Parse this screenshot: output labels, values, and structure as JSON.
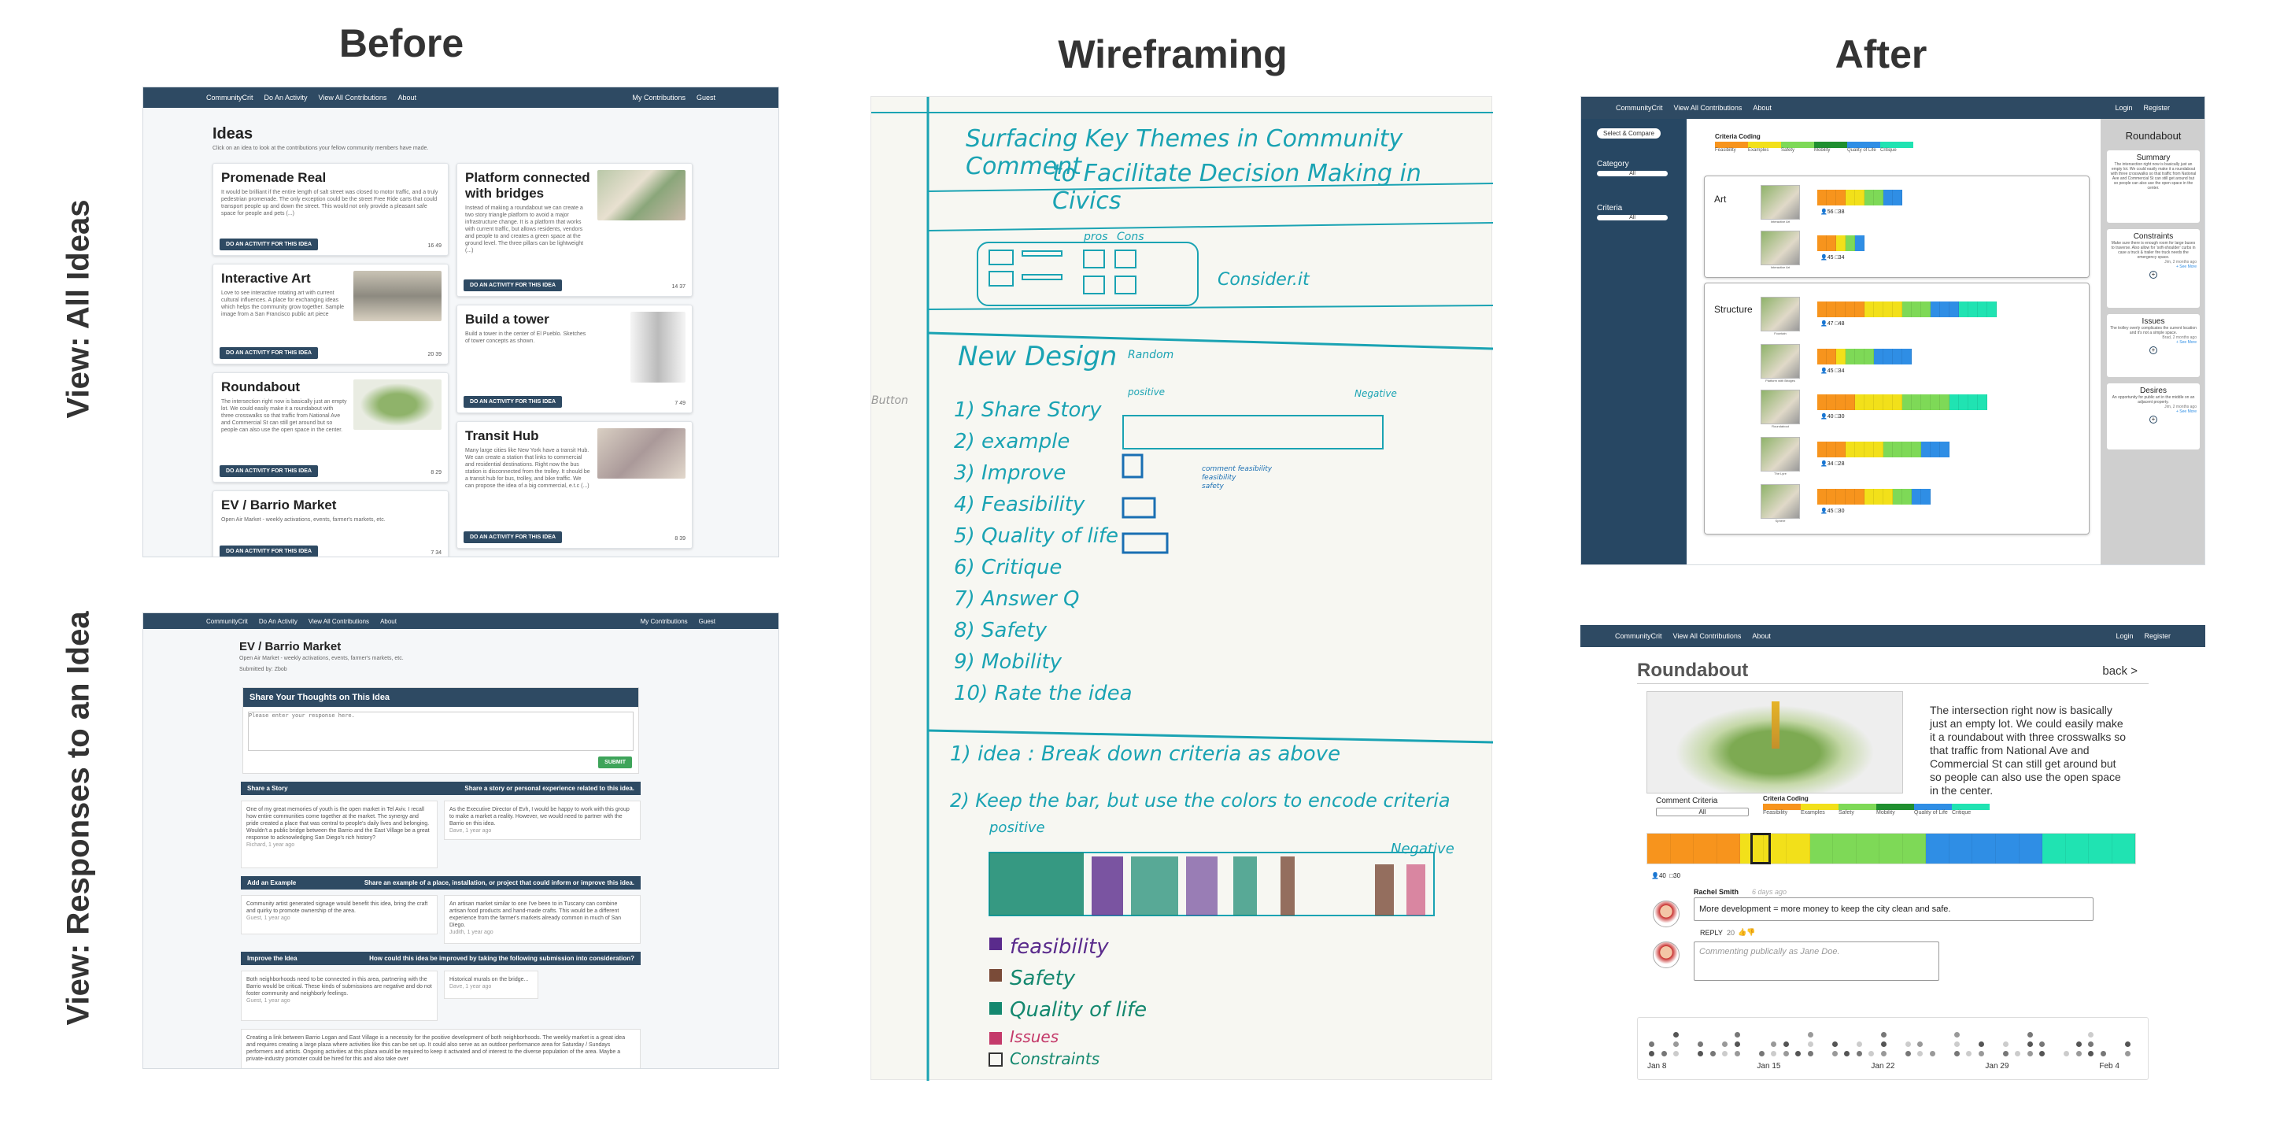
{
  "headings": {
    "before": "Before",
    "wireframing": "Wireframing",
    "after": "After",
    "row1": "View: All Ideas",
    "row2": "View: Responses to an Idea"
  },
  "colors": {
    "navy": "#2e4a63",
    "teal": "#1aa3b3",
    "orange": "#f7941d",
    "yellow": "#f2e01a",
    "green": "#7ed957",
    "blue": "#2f8ee5",
    "aqua": "#20e3b2"
  },
  "before_ideas": {
    "nav": {
      "brand": "CommunityCrit",
      "do": "Do An Activity",
      "view": "View All Contributions",
      "about": "About",
      "mine": "My Contributions",
      "guest": "Guest"
    },
    "title": "Ideas",
    "subtitle": "Click on an idea to look at the contributions your fellow community members have made.",
    "button": "DO AN ACTIVITY FOR THIS IDEA",
    "cards": [
      {
        "title": "Promenade Real",
        "text": "It would be brilliant if the entire length of salt street was closed to motor traffic, and a truly pedestrian promenade. The only exception could be the street Free Ride carts that could transport people up and down the street. This would not only provide a pleasant safe space for people and pets (...)",
        "meta": "16  49"
      },
      {
        "title": "Interactive Art",
        "text": "Love to see interactive rotating art with current cultural influences. A place for exchanging ideas which helps the community grow together. Sample image from a San Francisco public art piece",
        "meta": "20  39"
      },
      {
        "title": "Roundabout",
        "text": "The intersection right now is basically just an empty lot. We could easily make it a roundabout with three crosswalks so that traffic from National Ave and Commercial St can still get around but so people can also use the open space in the center.",
        "meta": "8  29"
      },
      {
        "title": "EV / Barrio Market",
        "text": "Open Air Market - weekly activations, events, farmer's markets, etc.",
        "meta": "7  34"
      },
      {
        "title": "Platform connected with bridges",
        "text": "Instead of making a roundabout we can create a two story triangle platform to avoid a major infrastructure change. It is a platform that works with current traffic, but allows residents, vendors and people to and creates a green space at the ground level. The three pillars can be lightweight (...)",
        "meta": "14  37"
      },
      {
        "title": "Build a tower",
        "text": "Build a tower in the center of El Pueblo. Sketches of tower concepts as shown.",
        "meta": "7  49"
      },
      {
        "title": "Transit Hub",
        "text": "Many large cities like New York have a transit Hub. We can create a station that links to commercial and residential destinations. Right now the bus station is disconnected from the trolley. It should be a transit hub for bus, trolley, and bike traffic. We can propose the idea of a big commercial, e.t.c (...)",
        "meta": "8  39"
      }
    ]
  },
  "before_responses": {
    "title": "EV / Barrio Market",
    "subtitle": "Open Air Market - weekly activations, events, farmer's markets, etc.",
    "submitted": "Submitted by: Zbob",
    "share_head": "Share Your Thoughts on This Idea",
    "placeholder": "Please enter your response here.",
    "submit": "SUBMIT",
    "sections": [
      {
        "label": "Share a Story",
        "prompt": "Share a story or personal experience related to this idea."
      },
      {
        "label": "Add an Example",
        "prompt": "Share an example of a place, installation, or project that could inform or improve this idea."
      },
      {
        "label": "Improve the Idea",
        "prompt": "How could this idea be improved by taking the following submission into consideration?"
      }
    ],
    "responses": [
      "One of my great memories of youth is the open market in Tel Aviv. I recall how entire communities come together at the market. The synergy and pride created a place that was central to people's daily lives and belonging. Wouldn't a public bridge between the Barrio and the East Village be a great response to acknowledging San Diego's rich history?",
      "As the Executive Director of Evh, I would be happy to work with this group to make a market a reality. However, we would need to partner with the Barrio on this idea.",
      "Community artist generated signage would benefit this idea, bring the craft and quirky to promote ownership of the area.",
      "An artisan market similar to one I've been to in Tuscany can combine artisan food products and hand-made crafts. This would be a different experience from the farmer's markets already common in much of San Diego.",
      "Both neighborhoods need to be connected in this area, partnering with the Barrio would be critical. These kinds of submissions are negative and do not foster community and neighborly feelings.",
      "Historical murals on the bridge...",
      "Creating a link between Barrio Logan and East Village is a necessity for the positive development of both neighborhoods. The weekly market is a great idea and requires creating a large plaza where activities like this can be set up. It could also serve as an outdoor performance area for Saturday / Sundays performers and artists. Ongoing activities at this plaza would be required to keep it activated and of interest to the diverse population of the area. Maybe a private-industry promoter could be hired for this and also take over"
    ],
    "authors": [
      "Richard, 1 year ago",
      "Dave, 1 year ago",
      "Guest, 1 year ago",
      "Judith, 1 year ago",
      "Guest, 1 year ago",
      "Dave, 1 year ago"
    ]
  },
  "wireframe": {
    "title_line1": "Surfacing Key Themes in Community Comment",
    "title_line2": "to Facilitate Decision Making in Civics",
    "pros": "pros",
    "cons": "Cons",
    "considerit": "Consider.it",
    "new_design": "New Design",
    "random": "Random",
    "positive": "positive",
    "negative": "Negative",
    "button": "Button",
    "list": [
      "1) Share Story",
      "2) example",
      "3) Improve",
      "4) Feasibility",
      "5) Quality of life",
      "6) Critique",
      "7) Answer Q",
      "8) Safety",
      "9) Mobility",
      "10) Rate the idea"
    ],
    "note1": "1) idea : Break down criteria as above",
    "note2": "2) Keep the bar, but use the colors to encode criteria",
    "positive2": "positive",
    "negative2": "Negative",
    "legend": [
      "feasibility",
      "Safety",
      "Quality of life",
      "Issues",
      "Constraints"
    ],
    "mini_legend": [
      "comment feasibility",
      "feasibility",
      "safety"
    ]
  },
  "after_ideas": {
    "nav": {
      "brand": "CommunityCrit",
      "view": "View All Contributions",
      "about": "About",
      "login": "Login",
      "register": "Register"
    },
    "select": "Select & Compare",
    "category": "Category",
    "criteria": "Criteria",
    "all": "All",
    "coding": "Criteria Coding",
    "coding_labels": [
      "Feasibility",
      "Examples",
      "Safety",
      "Mobility",
      "Quality of Life",
      "Critique"
    ],
    "groups": [
      "Art",
      "Structure"
    ],
    "rows": [
      {
        "name": "Interactive Art",
        "people": "56",
        "comments": "38"
      },
      {
        "name": "Interactive Art",
        "people": "45",
        "comments": "34"
      },
      {
        "name": "Fountain",
        "people": "47",
        "comments": "48"
      },
      {
        "name": "Platform with Bridges",
        "people": "45",
        "comments": "34"
      },
      {
        "name": "Roundabout",
        "people": "40",
        "comments": "30"
      },
      {
        "name": "The Lyre",
        "people": "34",
        "comments": "28"
      },
      {
        "name": "Sphere",
        "people": "45",
        "comments": "30"
      }
    ],
    "side_title": "Roundabout",
    "side_cards": [
      {
        "title": "Summary",
        "text": "The intersection right now is basically just an empty lot. We could easily make it a roundabout with three crosswalks so that traffic from National Ave and Commercial St can still get around but so people can also use the open space in the center."
      },
      {
        "title": "Constraints",
        "text": "Make sure there is enough room for large buses to traverse. Also allow for 'soft-shoulder' curbs in case a truck & trailer fire truck needs the emergency space.",
        "time": "Jim, 2 months ago",
        "more": "+ See More"
      },
      {
        "title": "Issues",
        "text": "The trolley overly complicates the current location and it's not a simple space.",
        "time": "Brad, 2 months ago",
        "more": "+ See More"
      },
      {
        "title": "Desires",
        "text": "An opportunity for public art in the middle on an adjacent property.",
        "time": "Jim, 2 months ago",
        "more": "+ See More"
      }
    ]
  },
  "after_detail": {
    "title": "Roundabout",
    "back": "back >",
    "description": "The intersection right now is basically just an empty lot. We could easily make it a roundabout with three crosswalks so that traffic from National Ave and Commercial St can still get around but so people can also use the open space in the center.",
    "comment_criteria": "Comment Criteria",
    "all": "All",
    "coding": "Criteria Coding",
    "coding_labels": [
      "Feasibility",
      "Examples",
      "Safety",
      "Mobility",
      "Quality of Life",
      "Critique"
    ],
    "people": "40",
    "comments": "30",
    "commenter": "Rachel Smith",
    "ago": "6 days ago",
    "comment": "More development = more money to keep the city clean and safe.",
    "reply": "REPLY",
    "votes": "20",
    "placeholder": "Commenting publically as Jane Doe.",
    "timeline": [
      "Jan 8",
      "Jan 15",
      "Jan 22",
      "Jan 29",
      "Feb 4"
    ]
  }
}
